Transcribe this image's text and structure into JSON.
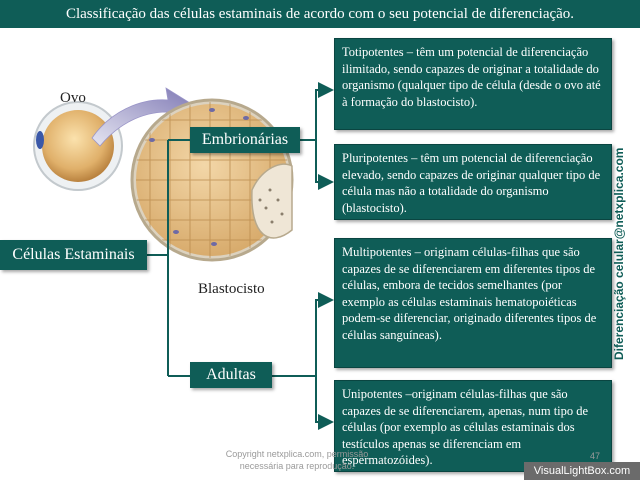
{
  "title": "Classificação das células estaminais de acordo com o seu potencial de diferenciação.",
  "labels": {
    "ovo": "Ovo",
    "blastocisto": "Blastocisto",
    "root": "Células Estaminais",
    "embrionarias": "Embrionárias",
    "adultas": "Adultas"
  },
  "boxes": {
    "totipotentes": "Totipotentes – têm um potencial de diferenciação ilimitado, sendo capazes de originar a totalidade do organismo (qualquer tipo de célula (desde o ovo até à formação do blastocisto).",
    "pluripotentes": "Pluripotentes – têm um potencial de diferenciação elevado, sendo capazes de originar qualquer tipo de célula mas não a totalidade do organismo (blastocisto).",
    "multipotentes": "Multipotentes – originam células-filhas que são capazes de se diferenciarem em diferentes tipos de células, embora de tecidos semelhantes (por exemplo as células estaminais hematopoiéticas podem-se diferenciar, originado diferentes tipos de células sanguíneas).",
    "unipotentes": "Unipotentes –originam células-filhas que são capazes de se diferenciarem, apenas, num tipo de células (por exemplo as células estaminais dos testículos apenas se diferenciam em espermatozóides)."
  },
  "side_credit": "Diferenciação celular@netxplica.com",
  "footer": {
    "copyright_line1": "Copyright netxplica.com, permissão",
    "copyright_line2": "necessária para reprodução.",
    "page_number": "47",
    "watermark": "VisualLightBox.com"
  },
  "colors": {
    "teal": "#0f5d57",
    "cell": "#e9c99a",
    "membrane": "#c9b9a0"
  }
}
